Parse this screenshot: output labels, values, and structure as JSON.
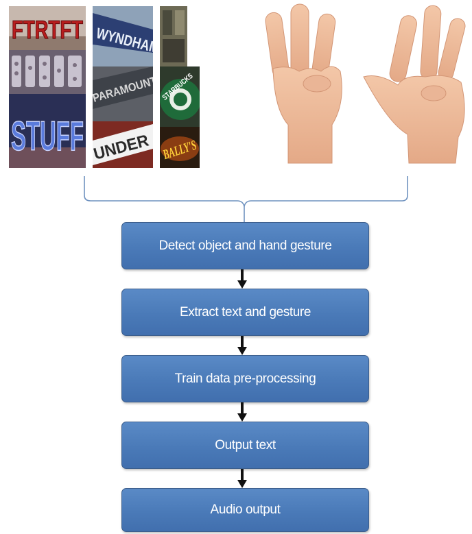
{
  "images": {
    "sign_words": [
      "FTRTFT",
      "STUFF",
      "WYNDHAM",
      "PARAMOUNT",
      "UNDER",
      "STARBUCKS",
      "BALLY'S"
    ]
  },
  "flow": {
    "steps": [
      "Detect object and hand gesture",
      "Extract text and gesture",
      "Train data pre-processing",
      "Output text",
      "Audio output"
    ]
  },
  "colors": {
    "box_fill": "#4a7ab8",
    "box_border": "#3c5e8c",
    "box_text": "#ffffff",
    "bracket_line": "#6f92bf",
    "arrow": "#111111"
  }
}
